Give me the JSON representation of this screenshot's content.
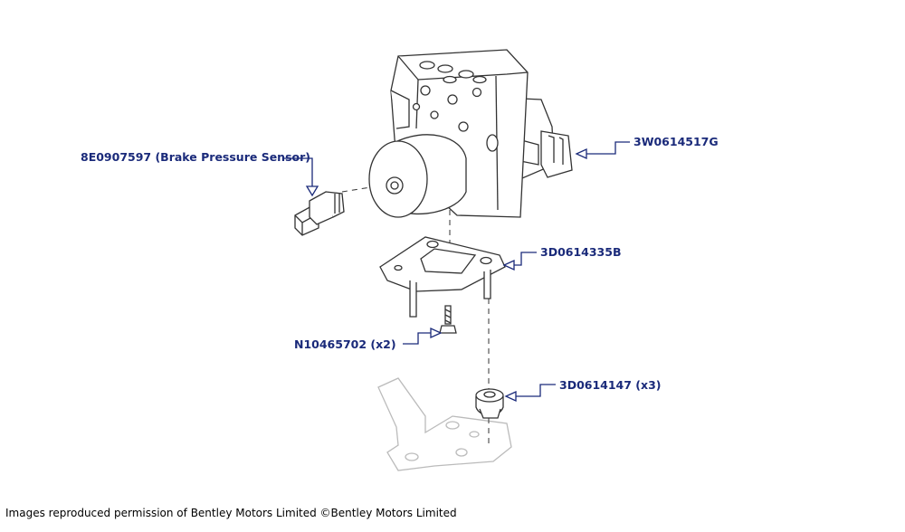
{
  "callouts": {
    "brake_pressure_sensor": "8E0907597 (Brake Pressure Sensor)",
    "connector": "3W0614517G",
    "bracket": "3D0614335B",
    "bolt": "N10465702 (x2)",
    "grommet": "3D0614147 (x3)"
  },
  "credit": "Images reproduced permission of Bentley Motors Limited ©Bentley Motors Limited",
  "colors": {
    "leader": "#1a2a7a",
    "line_art": "#333333",
    "ghost": "#bbbbbb"
  }
}
